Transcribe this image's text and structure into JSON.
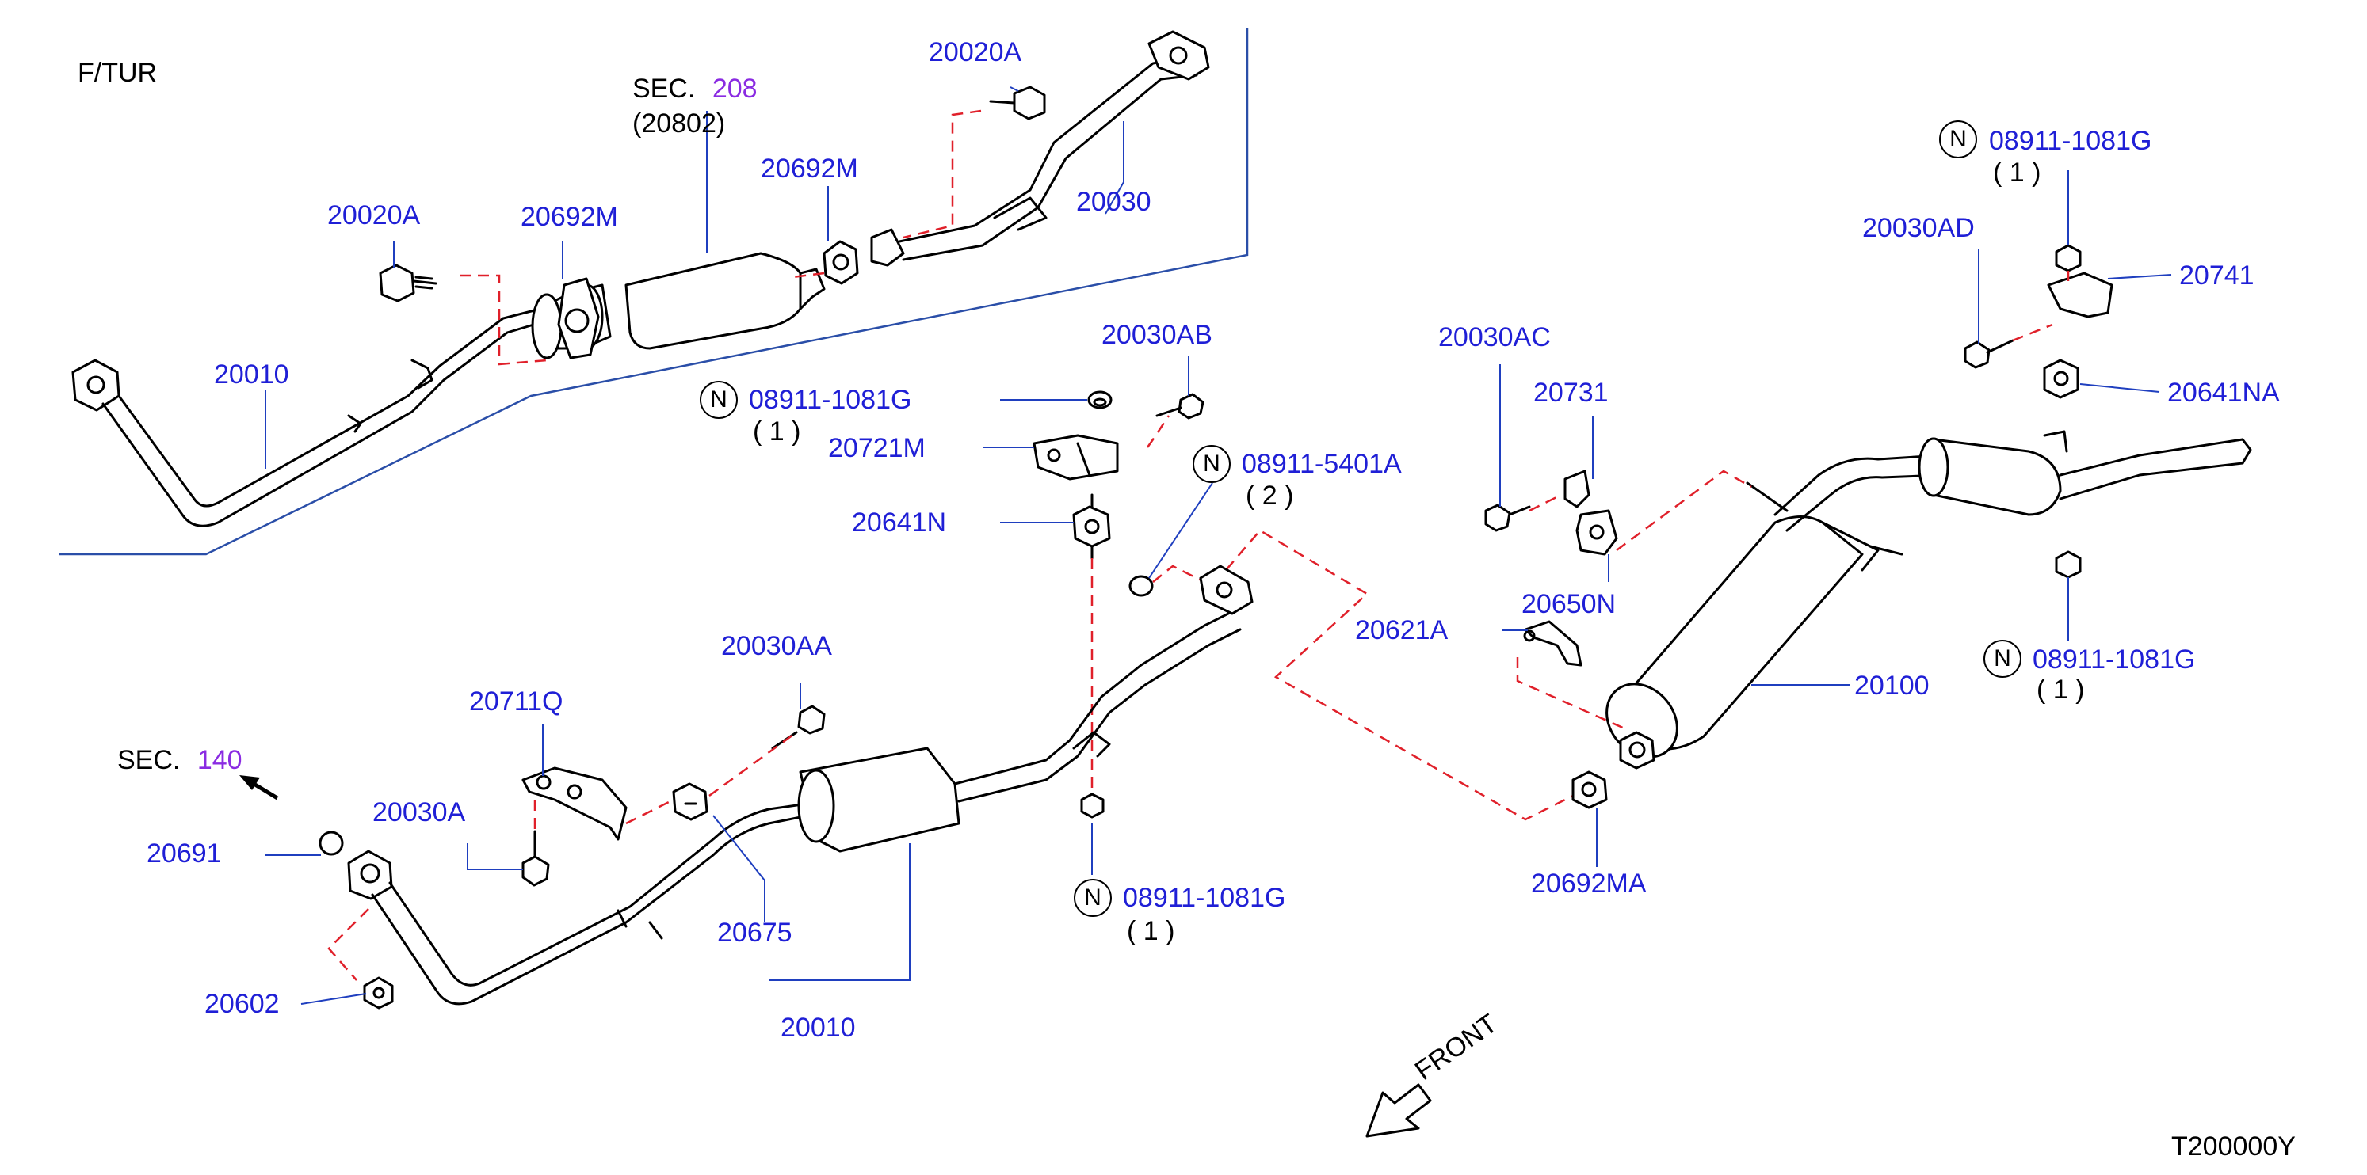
{
  "diagram": {
    "variant": "F/TUR",
    "drawing_code": "T200000Y",
    "front_label": "FRONT",
    "colors": {
      "part_number": "#1f1fd6",
      "section_ref": "#8a2be2",
      "hidden_line": "#e0202a",
      "leader": "#1f3fbf"
    },
    "sections": {
      "sec208": {
        "prefix": "SEC.",
        "number": "208",
        "sub": "(20802)"
      },
      "sec140": {
        "prefix": "SEC.",
        "number": "140"
      }
    },
    "labels": {
      "p20020A_top": "20020A",
      "p20030_top": "20030",
      "p20692M_top": "20692M",
      "p20692M_left": "20692M",
      "p20020A_left": "20020A",
      "p20010_top": "20010",
      "p20030AB": "20030AB",
      "p20721M": "20721M",
      "p20641N": "20641N",
      "p20030AA": "20030AA",
      "p20711Q": "20711Q",
      "p20030A": "20030A",
      "p20691": "20691",
      "p20602": "20602",
      "p20675": "20675",
      "p20010_bottom": "20010",
      "p20030AC": "20030AC",
      "p20731": "20731",
      "p20650N": "20650N",
      "p20621A": "20621A",
      "p20100": "20100",
      "p20692MA": "20692MA",
      "p20030AD": "20030AD",
      "p20741": "20741",
      "p20641NA": "20641NA"
    },
    "n_parts": {
      "n1": {
        "symbol": "N",
        "part": "08911-1081G",
        "qty": "( 1 )"
      },
      "n2": {
        "symbol": "N",
        "part": "08911-5401A",
        "qty": "( 2 )"
      },
      "n3": {
        "symbol": "N",
        "part": "08911-1081G",
        "qty": "( 1 )"
      },
      "n4": {
        "symbol": "N",
        "part": "08911-1081G",
        "qty": "( 1 )"
      },
      "n5": {
        "symbol": "N",
        "part": "08911-1081G",
        "qty": "( 1 )"
      }
    }
  }
}
